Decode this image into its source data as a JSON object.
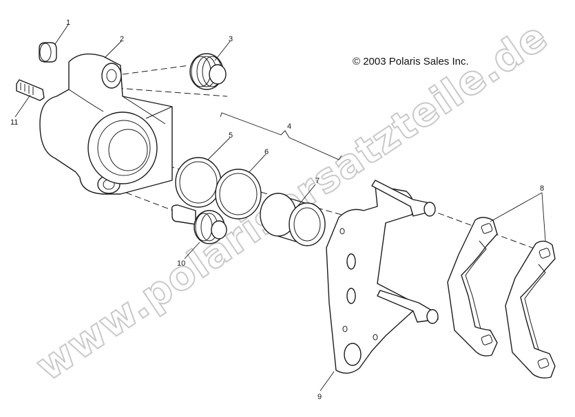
{
  "copyright": "© 2003 Polaris Sales Inc.",
  "watermark": "www.polarisersatzteile.de",
  "callouts": [
    "1",
    "2",
    "3",
    "4",
    "5",
    "6",
    "7",
    "8",
    "9",
    "10",
    "11"
  ]
}
